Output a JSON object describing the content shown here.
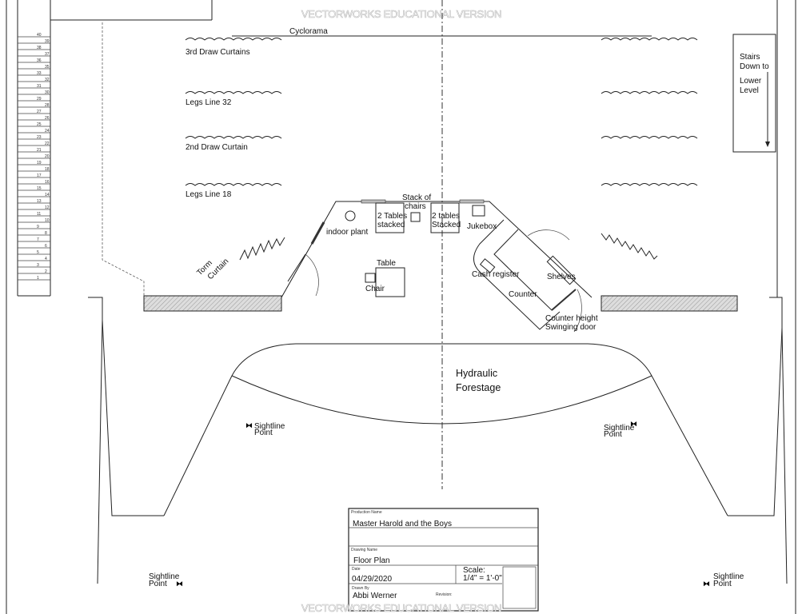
{
  "watermark": "VECTORWORKS EDUCATIONAL VERSION",
  "labels": {
    "cyclorama": "Cyclorama",
    "third_draw": "3rd Draw Curtains",
    "legs_32": "Legs  Line 32",
    "second_draw": "2nd Draw Curtain",
    "legs_18": "Legs  Line 18",
    "torm_1": "Torm",
    "torm_2": "Curtain",
    "stairs": [
      "Stairs",
      "Down to",
      "Lower",
      "Level"
    ],
    "forestage": [
      "Hydraulic",
      "Forestage"
    ],
    "sightline": [
      "Sightline",
      "Point"
    ]
  },
  "set_pieces": {
    "stack_of_chairs": [
      "Stack of",
      "chairs"
    ],
    "tables_left": [
      "2 Tables",
      "stacked"
    ],
    "tables_right": [
      "2 tables",
      "Stacked"
    ],
    "indoor_plant": "indoor plant",
    "jukebox": "Jukebox",
    "table": "Table",
    "chair": "Chair",
    "cash_register": "Cash register",
    "shelves": "Shelves",
    "counter": "Counter",
    "swing_door": [
      "Counter height",
      "Swinging door"
    ]
  },
  "line_set_numbers": [
    "40",
    "39",
    "38",
    "37",
    "36",
    "35",
    "33",
    "32",
    "31",
    "30",
    "29",
    "28",
    "27",
    "26",
    "25",
    "24",
    "23",
    "22",
    "21",
    "20",
    "19",
    "18",
    "17",
    "16",
    "15",
    "14",
    "13",
    "12",
    "11",
    "10",
    "9",
    "8",
    "7",
    "6",
    "5",
    "4",
    "3",
    "2",
    "1"
  ],
  "title_block": {
    "production_name_label": "Production Name",
    "production_name": "Master Harold and the Boys",
    "drawing_name_label": "Drawing Name",
    "drawing_name": "Floor Plan",
    "date_label": "Date",
    "date": "04/29/2020",
    "scale_label": "Scale:",
    "scale": "1/4\" = 1'-0\"",
    "drawn_by_label": "Drawn By",
    "drawn_by": "Abbi Werner",
    "revision_label": "Revision:"
  }
}
